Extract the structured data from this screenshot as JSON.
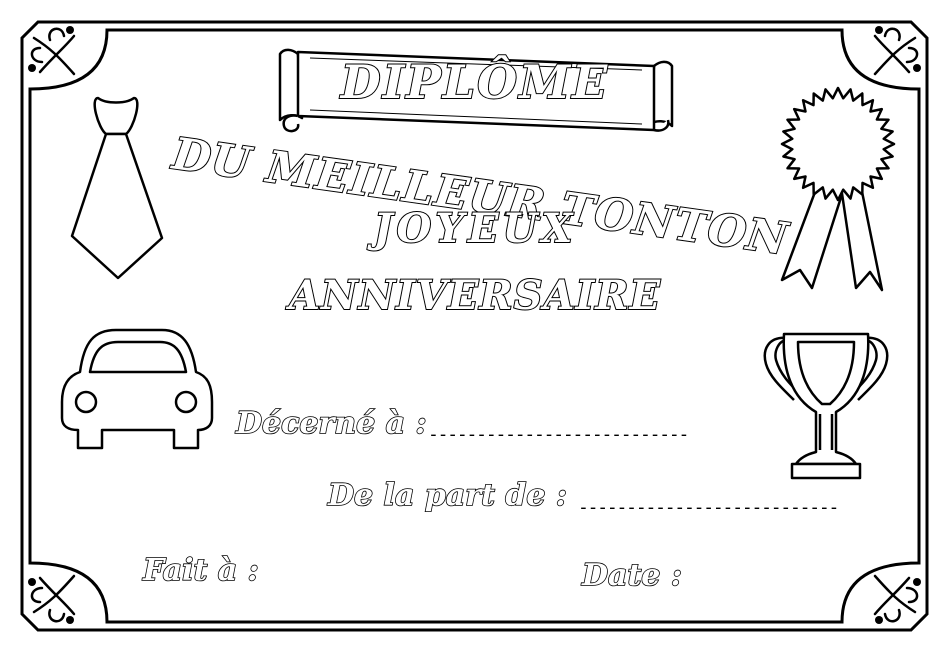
{
  "diploma": {
    "banner_title": "DIPLÔME",
    "line1": "DU MEILLEUR TONTON",
    "line2": "JOYEUX",
    "line3": "ANNIVERSAIRE"
  },
  "fields": {
    "awarded_to_label": "Décerné à :",
    "awarded_to_blank": "---------------------------",
    "from_label": "De la part de :",
    "from_blank": "---------------------------",
    "place_label": "Fait à :",
    "date_label": "Date :"
  },
  "icons": {
    "top_left": "tie-icon",
    "top_right": "rosette-ribbon-icon",
    "middle_left": "car-icon",
    "middle_right": "trophy-cup-icon",
    "corners": "ornament-flourish-icon"
  },
  "colors": {
    "ink": "#000000",
    "paper": "#ffffff"
  }
}
